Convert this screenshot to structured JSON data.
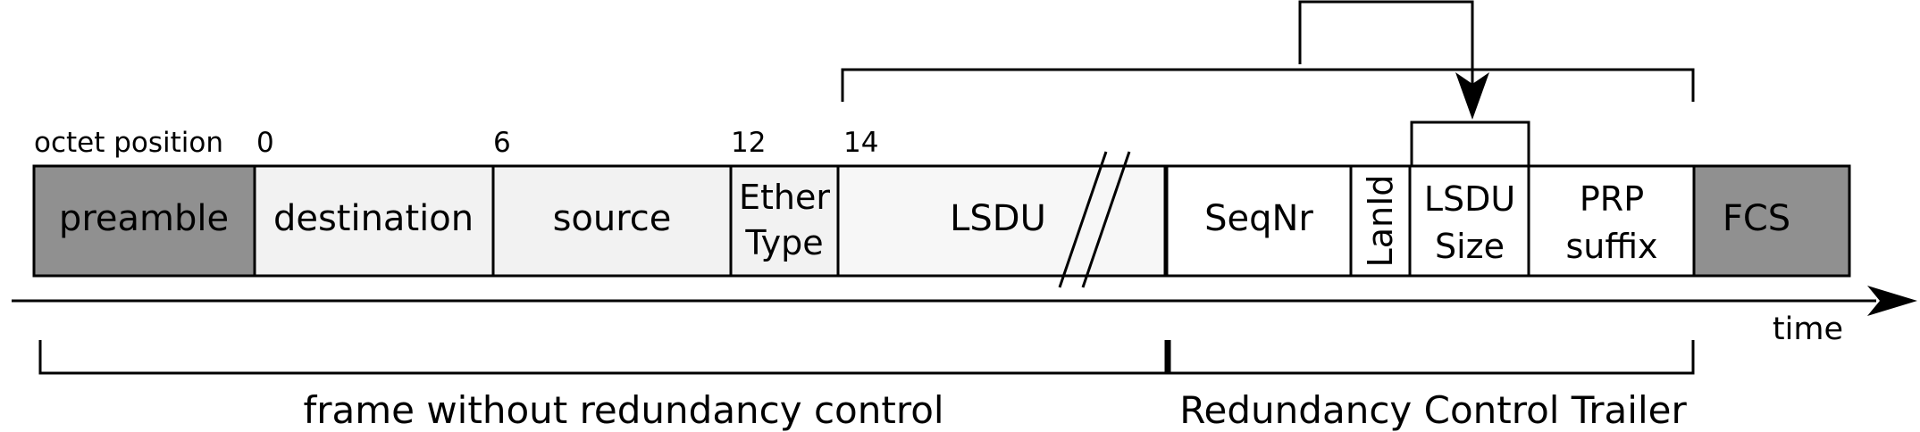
{
  "colors": {
    "dark_fill": "#909090",
    "light_fill": "#f2f2f2",
    "lighter_fill": "#f7f7f7",
    "white_fill": "#ffffff",
    "stroke": "#000000"
  },
  "octet": {
    "title": "octet position",
    "pos_0": "0",
    "pos_6": "6",
    "pos_12": "12",
    "pos_14": "14"
  },
  "fields": {
    "preamble": "preamble",
    "destination": "destination",
    "source": "source",
    "ethertype_line1": "Ether",
    "ethertype_line2": "Type",
    "lsdu": "LSDU",
    "seqnr": "SeqNr",
    "lanid": "LanId",
    "lsdu_size_line1": "LSDU",
    "lsdu_size_line2": "Size",
    "prp_suffix_line1": "PRP",
    "prp_suffix_line2": "suffix",
    "fcs": "FCS"
  },
  "axis": {
    "time_label": "time"
  },
  "brackets": {
    "frame_without_rc": "frame without redundancy control",
    "rct": "Redundancy Control Trailer"
  }
}
